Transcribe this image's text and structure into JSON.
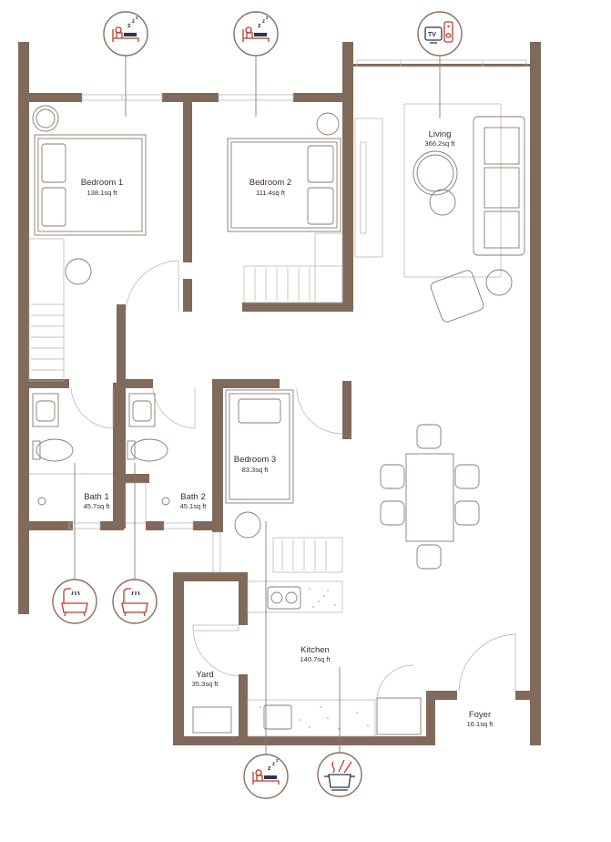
{
  "rooms": {
    "bedroom1": {
      "name": "Bedroom 1",
      "area": "138.1sq ft"
    },
    "bedroom2": {
      "name": "Bedroom 2",
      "area": "111.4sq ft"
    },
    "living": {
      "name": "Living",
      "area": "366.2sq ft"
    },
    "bedroom3": {
      "name": "Bedroom 3",
      "area": "83.3sq ft"
    },
    "bath1": {
      "name": "Bath 1",
      "area": "45.7sq ft"
    },
    "bath2": {
      "name": "Bath 2",
      "area": "45.1sq ft"
    },
    "kitchen": {
      "name": "Kitchen",
      "area": "140.7sq ft"
    },
    "yard": {
      "name": "Yard",
      "area": "35.3sq ft"
    },
    "foyer": {
      "name": "Foyer",
      "area": "16.1sq ft"
    }
  },
  "markers": {
    "tv_label": "TV",
    "sleep_z": "z"
  },
  "colors": {
    "wall": "#806a5c",
    "furniture": "#8a7a70",
    "icon_red": "#c0392b",
    "icon_navy": "#2c3550"
  }
}
